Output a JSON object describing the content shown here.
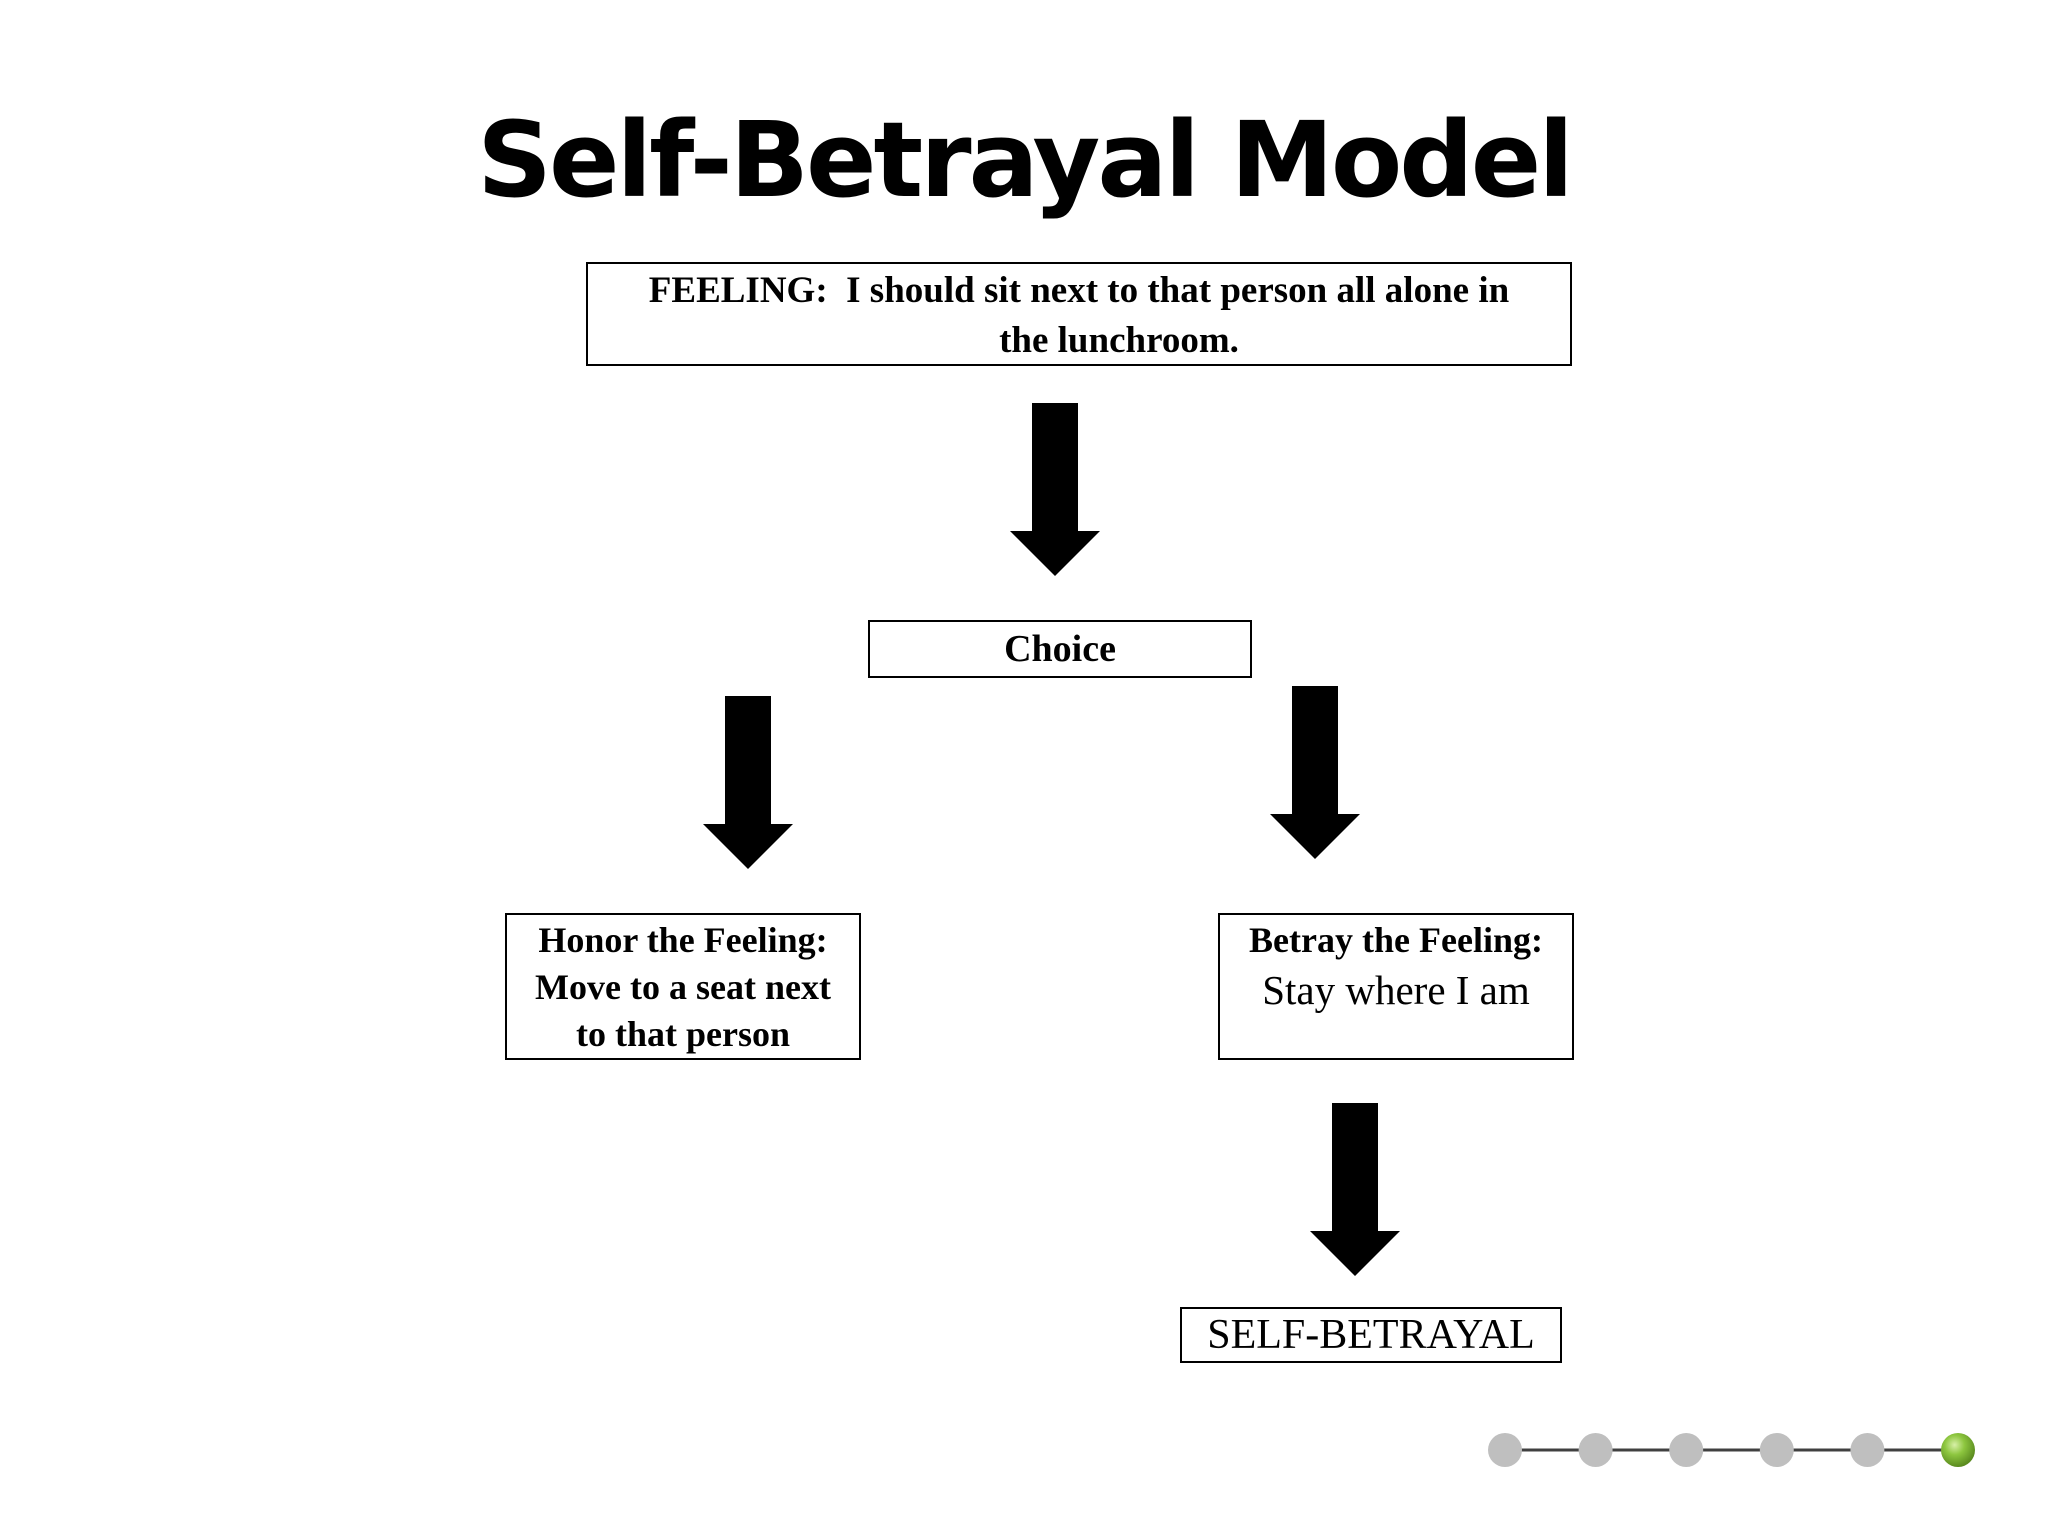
{
  "slide": {
    "title": "Self-Betrayal Model"
  },
  "diagram": {
    "feeling": {
      "line1": "FEELING:  I should sit next to that person all alone in",
      "line2": "the lunchroom."
    },
    "choice": {
      "label": "Choice"
    },
    "honor": {
      "line1": "Honor the Feeling:",
      "line2": "Move to a seat next",
      "line3": "to that person"
    },
    "betray": {
      "line1": "Betray the Feeling:",
      "line2": "Stay where I am"
    },
    "result": {
      "label": "SELF-BETRAYAL"
    },
    "arrow_color": "#000000"
  },
  "navigation": {
    "dot_count": 6,
    "active_index": 5,
    "inactive_color": "#bfbfbf",
    "active_color": "#8dc63f",
    "line_color": "#404040"
  }
}
